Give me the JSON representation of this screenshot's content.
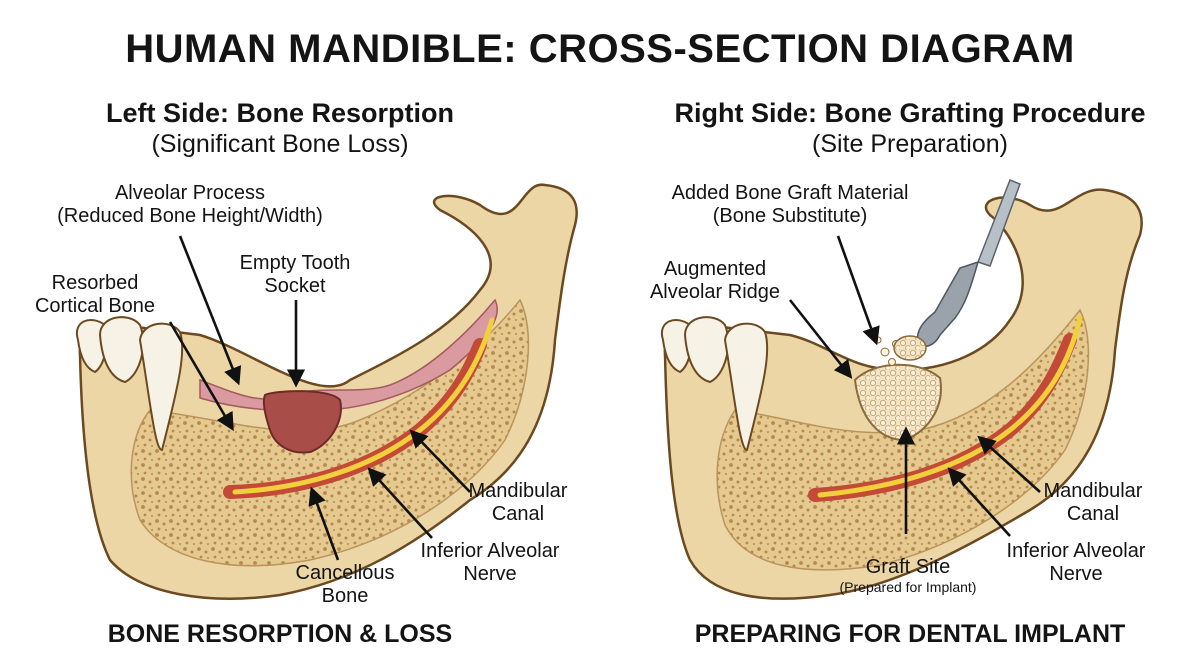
{
  "title": "HUMAN MANDIBLE: CROSS-SECTION DIAGRAM",
  "left": {
    "heading": "Left Side: Bone Resorption",
    "subheading": "(Significant Bone Loss)",
    "labels": {
      "alveolar_line1": "Alveolar Process",
      "alveolar_line2": "(Reduced Bone Height/Width)",
      "socket_line1": "Empty Tooth",
      "socket_line2": "Socket",
      "cortical_line1": "Resorbed",
      "cortical_line2": "Cortical Bone",
      "canal_line1": "Mandibular",
      "canal_line2": "Canal",
      "nerve_line1": "Inferior Alveolar",
      "nerve_line2": "Nerve",
      "cancellous_line1": "Cancellous",
      "cancellous_line2": "Bone"
    },
    "footer": "BONE RESORPTION & LOSS"
  },
  "right": {
    "heading": "Right Side: Bone Grafting Procedure",
    "subheading": "(Site Preparation)",
    "labels": {
      "graft_line1": "Added Bone Graft Material",
      "graft_line2": "(Bone Substitute)",
      "ridge_line1": "Augmented",
      "ridge_line2": "Alveolar Ridge",
      "canal_line1": "Mandibular",
      "canal_line2": "Canal",
      "nerve_line1": "Inferior Alveolar",
      "nerve_line2": "Nerve",
      "site_line1": "Graft Site",
      "site_line2": "(Prepared for Implant)"
    },
    "footer": "PREPARING FOR DENTAL IMPLANT"
  },
  "colors": {
    "bone": "#ecd6a6",
    "bone_shade": "#d9b97c",
    "outline": "#6b4a22",
    "gum": "#d99aa0",
    "socket": "#a94d49",
    "canal": "#c24a36",
    "nerve": "#f2cf3c",
    "graft": "#f3e3c0",
    "instrument": "#9aa3ab"
  }
}
